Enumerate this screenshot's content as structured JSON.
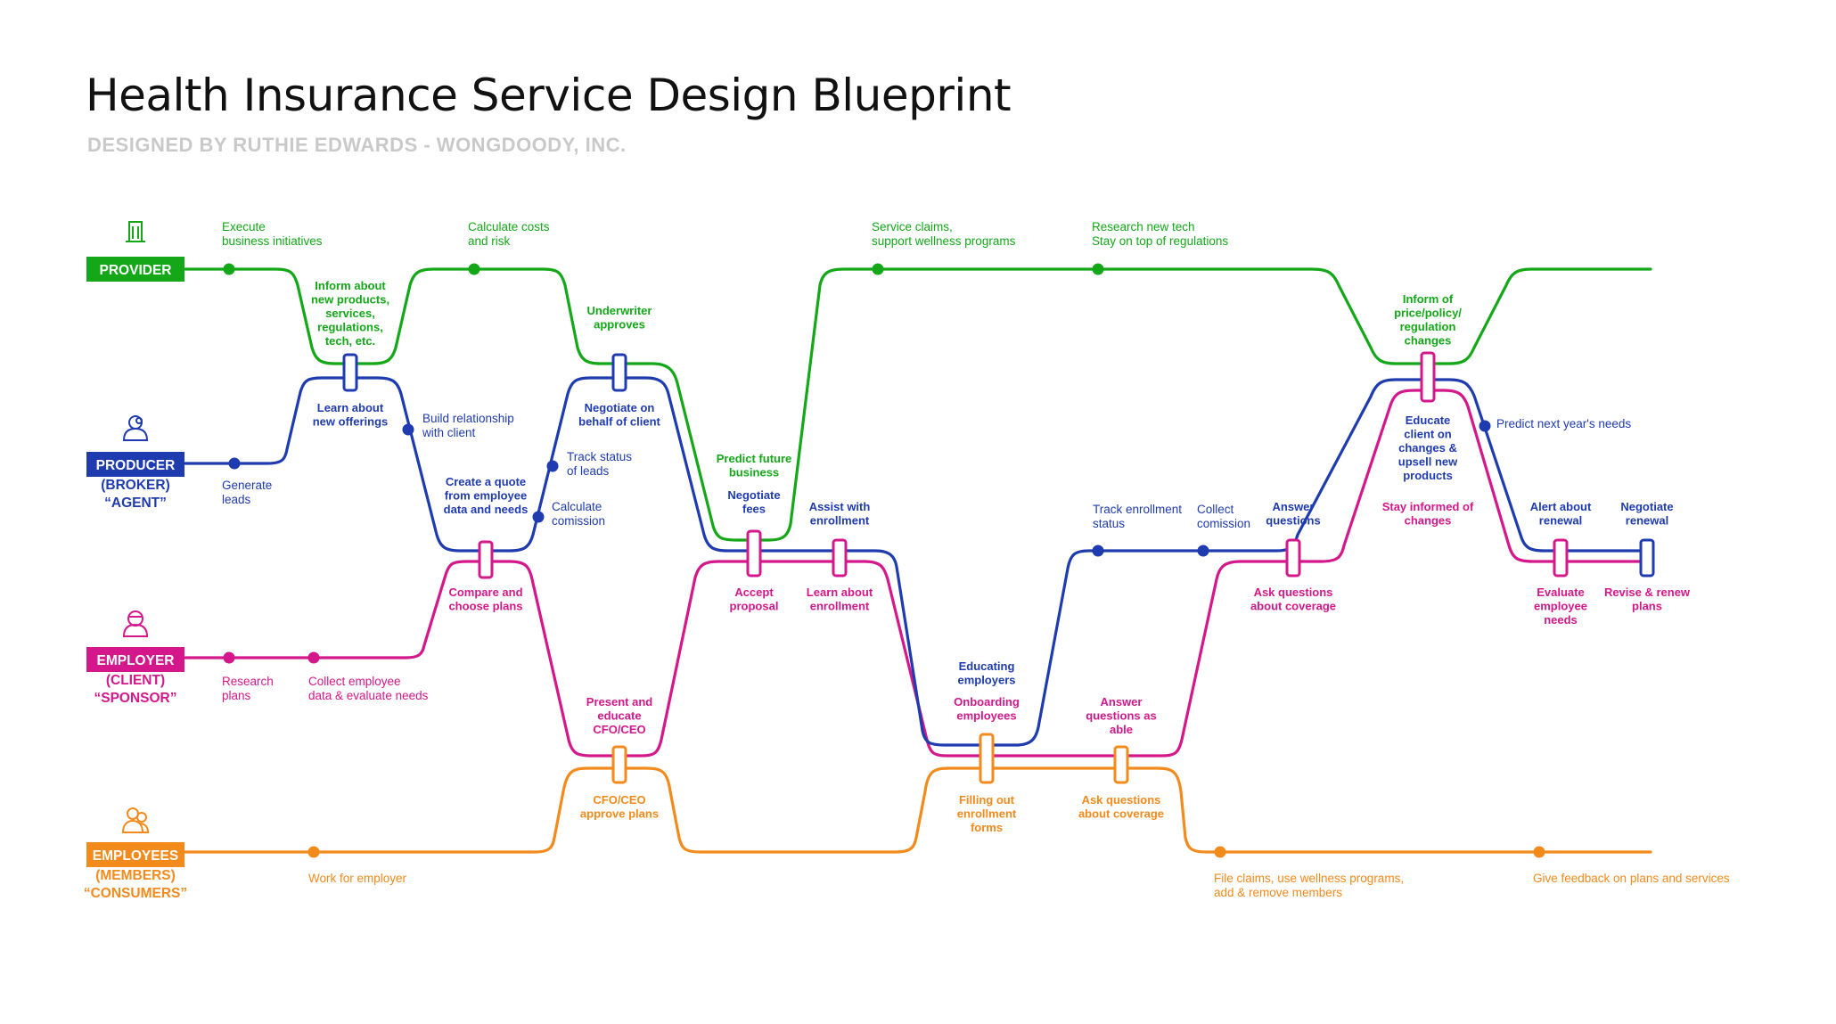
{
  "title": "Health Insurance Service Design Blueprint",
  "subtitle": "DESIGNED BY RUTHIE EDWARDS - WONGDOODY, INC.",
  "colors": {
    "provider": "#14a819",
    "producer": "#1f3bb0",
    "employer": "#d4178a",
    "employees": "#f28a1c"
  },
  "lanes": {
    "provider": {
      "title": "PROVIDER",
      "icon": "building-icon"
    },
    "producer": {
      "title": "PRODUCER",
      "sub1": "(BROKER)",
      "sub2": "“AGENT”",
      "icon": "agent-icon"
    },
    "employer": {
      "title": "EMPLOYER",
      "sub1": "(CLIENT)",
      "sub2": "“SPONSOR”",
      "icon": "employer-icon"
    },
    "employees": {
      "title": "EMPLOYEES",
      "sub1": "(MEMBERS)",
      "sub2": "“CONSUMERS”",
      "icon": "group-icon"
    }
  },
  "lane_labels": [
    {
      "id": "execute",
      "lane": "provider",
      "lines": [
        "Execute",
        "business  initiatives"
      ]
    },
    {
      "id": "calc-costs",
      "lane": "provider",
      "lines": [
        "Calculate costs",
        "and risk"
      ]
    },
    {
      "id": "service-claims",
      "lane": "provider",
      "lines": [
        "Service claims,",
        "support wellness programs"
      ]
    },
    {
      "id": "research-tech",
      "lane": "provider",
      "lines": [
        "Research new tech",
        "Stay on top of regulations"
      ]
    },
    {
      "id": "generate-leads",
      "lane": "producer",
      "lines": [
        "Generate",
        "leads"
      ]
    },
    {
      "id": "build-relationship",
      "lane": "producer",
      "lines": [
        "Build relationship",
        "with client"
      ]
    },
    {
      "id": "track-status",
      "lane": "producer",
      "lines": [
        "Track status",
        "of leads"
      ]
    },
    {
      "id": "calc-commission",
      "lane": "producer",
      "lines": [
        "Calculate",
        "comission"
      ]
    },
    {
      "id": "track-enrollment",
      "lane": "producer",
      "lines": [
        "Track enrollment",
        "status"
      ]
    },
    {
      "id": "collect-commission",
      "lane": "producer",
      "lines": [
        "Collect",
        "comission"
      ]
    },
    {
      "id": "predict-needs",
      "lane": "producer",
      "lines": [
        "Predict next year's needs"
      ]
    },
    {
      "id": "research-plans",
      "lane": "employer",
      "lines": [
        "Research",
        "plans"
      ]
    },
    {
      "id": "collect-employee-data",
      "lane": "employer",
      "lines": [
        "Collect employee",
        "data & evaluate needs"
      ]
    },
    {
      "id": "work-for-employer",
      "lane": "employees",
      "lines": [
        "Work for employer"
      ]
    },
    {
      "id": "file-claims",
      "lane": "employees",
      "lines": [
        "File claims, use wellness programs,",
        "add & remove members"
      ]
    },
    {
      "id": "give-feedback",
      "lane": "employees",
      "lines": [
        "Give feedback on plans and services"
      ]
    }
  ],
  "steps": [
    {
      "id": "inform-new-products",
      "lane": "provider",
      "lines": [
        "Inform about",
        "new products,",
        "services,",
        "regulations,",
        "tech, etc."
      ]
    },
    {
      "id": "underwriter-approves",
      "lane": "provider",
      "lines": [
        "Underwriter",
        "approves"
      ]
    },
    {
      "id": "predict-future-business",
      "lane": "provider",
      "lines": [
        "Predict future",
        "business"
      ]
    },
    {
      "id": "inform-price-policy",
      "lane": "provider",
      "lines": [
        "Inform of",
        "price/policy/",
        "regulation",
        "changes"
      ]
    },
    {
      "id": "learn-new-offerings",
      "lane": "producer",
      "lines": [
        "Learn about",
        "new offerings"
      ]
    },
    {
      "id": "create-quote",
      "lane": "producer",
      "lines": [
        "Create a quote",
        "from employee",
        "data and needs"
      ]
    },
    {
      "id": "negotiate-on-behalf",
      "lane": "producer",
      "lines": [
        "Negotiate on",
        "behalf of client"
      ]
    },
    {
      "id": "negotiate-fees",
      "lane": "producer",
      "lines": [
        "Negotiate",
        "fees"
      ]
    },
    {
      "id": "assist-enrollment",
      "lane": "producer",
      "lines": [
        "Assist with",
        "enrollment"
      ]
    },
    {
      "id": "educating-employers",
      "lane": "producer",
      "lines": [
        "Educating",
        "employers"
      ]
    },
    {
      "id": "answer-questions",
      "lane": "producer",
      "lines": [
        "Answer",
        "questions"
      ]
    },
    {
      "id": "educate-client",
      "lane": "producer",
      "lines": [
        "Educate",
        "client on",
        "changes &",
        "upsell new",
        "products"
      ]
    },
    {
      "id": "alert-renewal",
      "lane": "producer",
      "lines": [
        "Alert about",
        "renewal"
      ]
    },
    {
      "id": "negotiate-renewal",
      "lane": "producer",
      "lines": [
        "Negotiate",
        "renewal"
      ]
    },
    {
      "id": "compare-plans",
      "lane": "employer",
      "lines": [
        "Compare and",
        "choose plans"
      ]
    },
    {
      "id": "present-educate",
      "lane": "employer",
      "lines": [
        "Present and",
        "educate",
        "CFO/CEO"
      ]
    },
    {
      "id": "accept-proposal",
      "lane": "employer",
      "lines": [
        "Accept",
        "proposal"
      ]
    },
    {
      "id": "learn-enrollment",
      "lane": "employer",
      "lines": [
        "Learn about",
        "enrollment"
      ]
    },
    {
      "id": "onboarding-employees",
      "lane": "employer",
      "lines": [
        "Onboarding",
        "employees"
      ]
    },
    {
      "id": "answer-as-able",
      "lane": "employer",
      "lines": [
        "Answer",
        "questions as",
        "able"
      ]
    },
    {
      "id": "ask-questions-coverage",
      "lane": "employer",
      "lines": [
        "Ask questions",
        "about coverage"
      ]
    },
    {
      "id": "stay-informed",
      "lane": "employer",
      "lines": [
        "Stay informed of",
        "changes"
      ]
    },
    {
      "id": "evaluate-needs",
      "lane": "employer",
      "lines": [
        "Evaluate",
        "employee",
        "needs"
      ]
    },
    {
      "id": "revise-renew",
      "lane": "employer",
      "lines": [
        "Revise & renew",
        "plans"
      ]
    },
    {
      "id": "cfo-approve",
      "lane": "employees",
      "lines": [
        "CFO/CEO",
        "approve plans"
      ]
    },
    {
      "id": "filling-forms",
      "lane": "employees",
      "lines": [
        "Filling out",
        "enrollment",
        "forms"
      ]
    },
    {
      "id": "ask-about-coverage",
      "lane": "employees",
      "lines": [
        "Ask questions",
        "about coverage"
      ]
    }
  ]
}
